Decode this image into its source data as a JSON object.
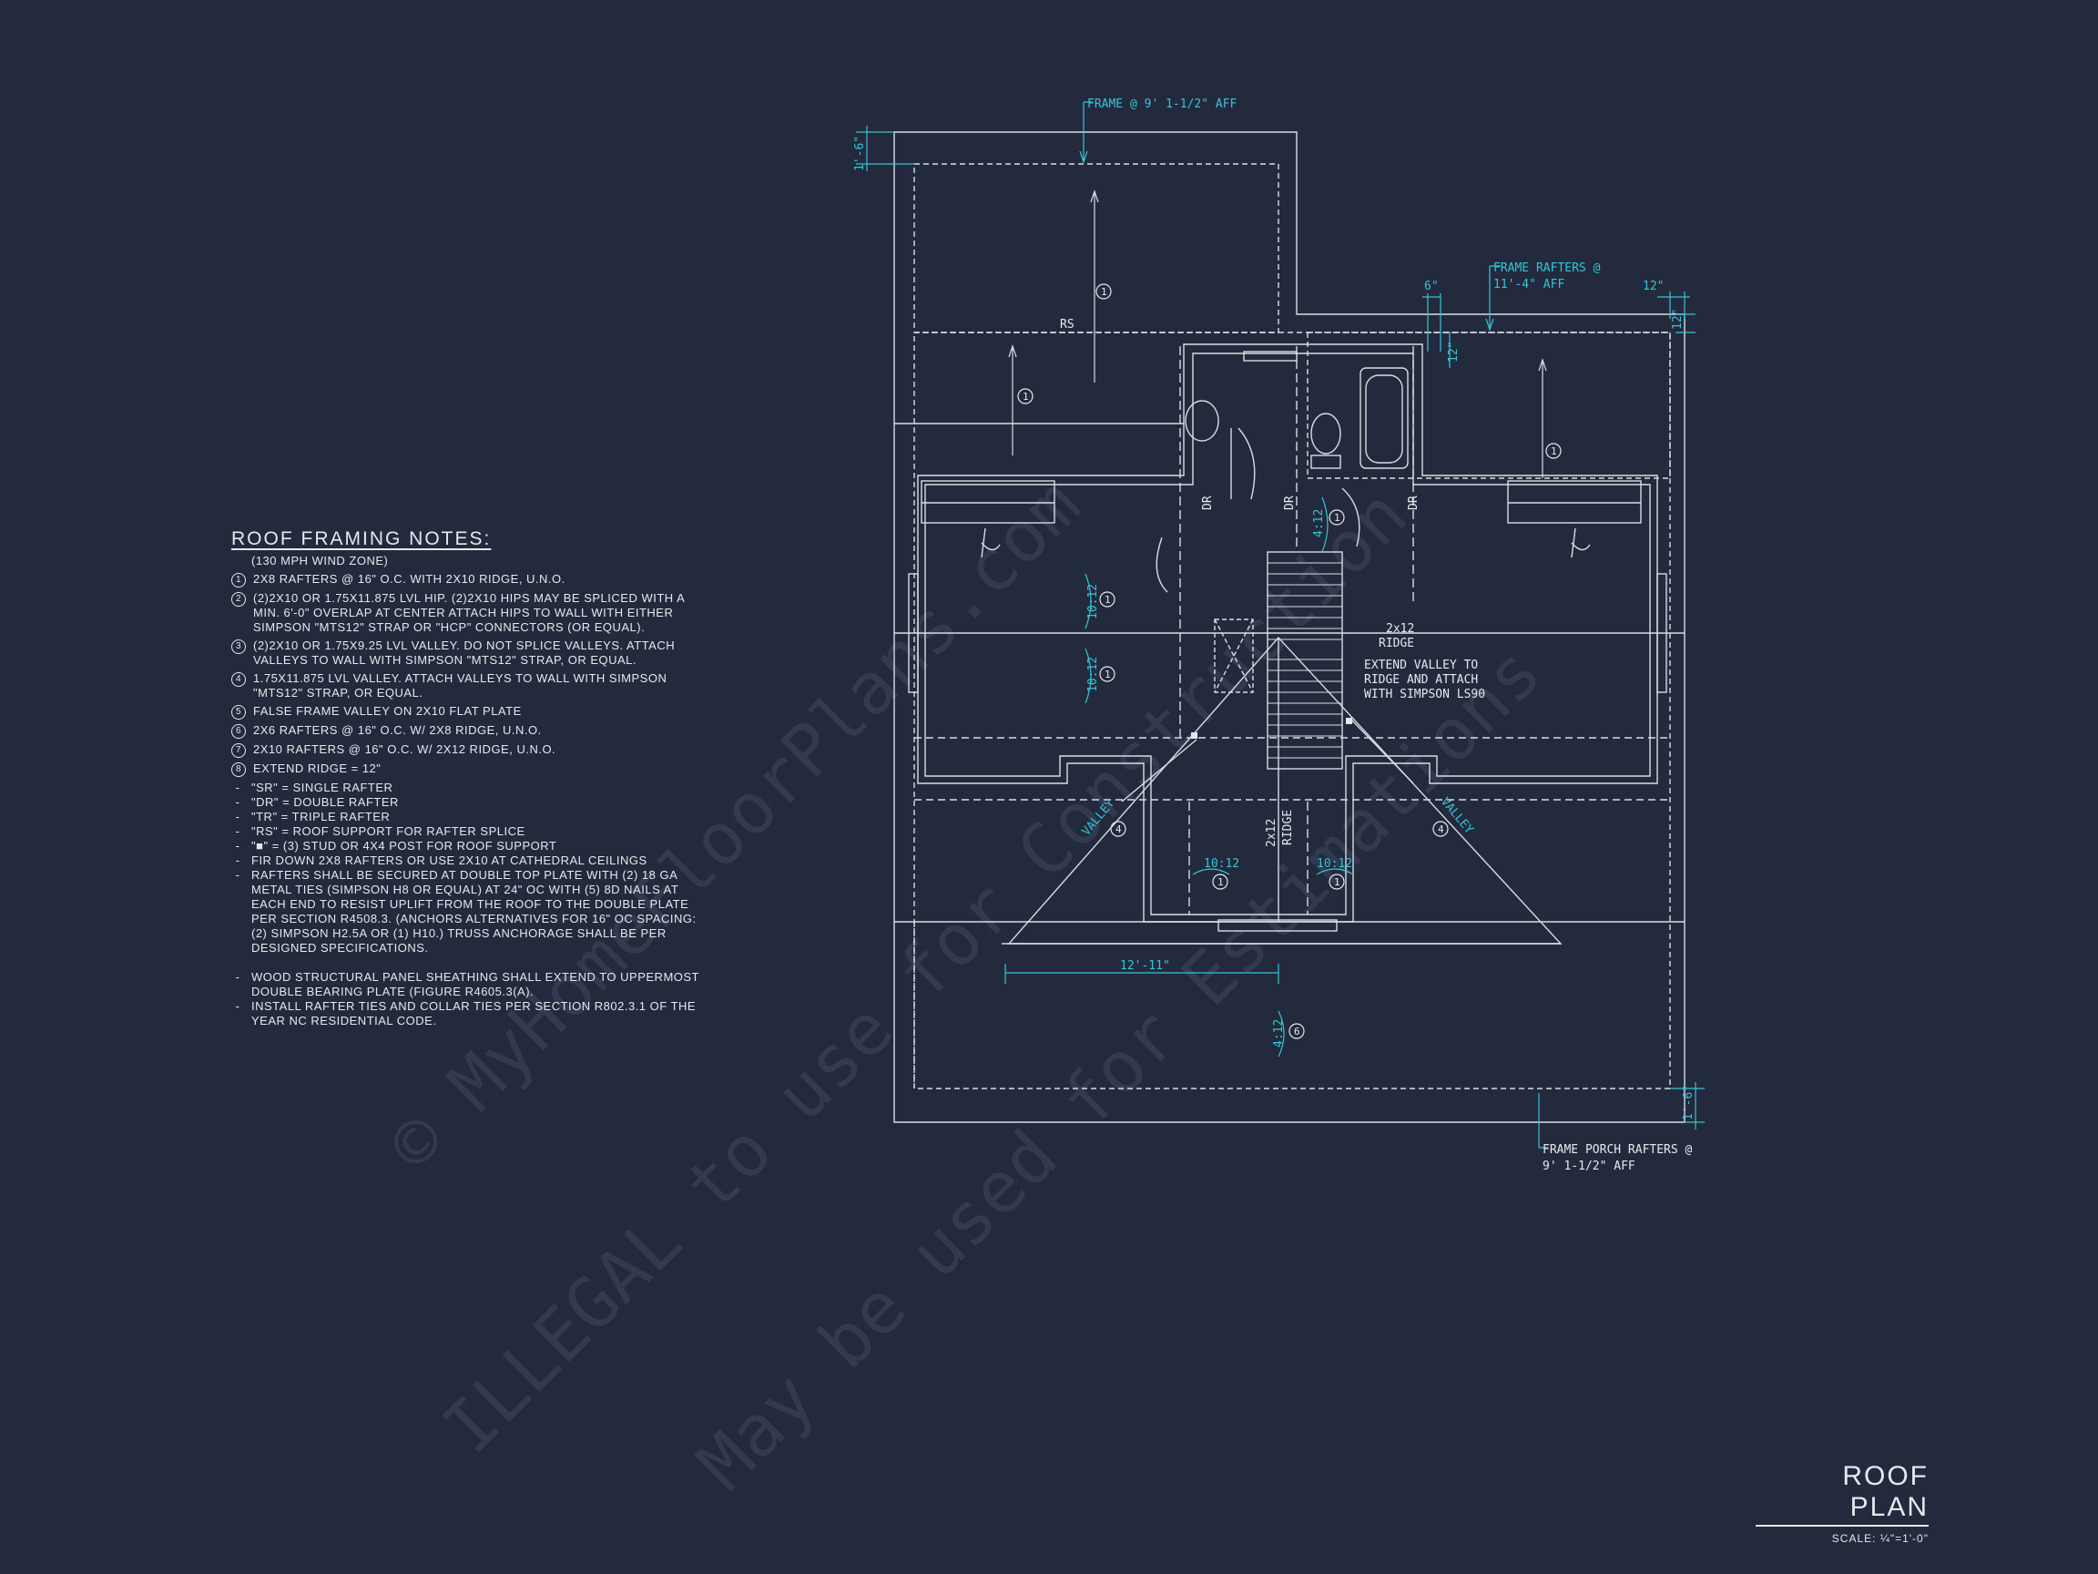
{
  "title": "ROOF PLAN",
  "scale": "SCALE: ¼\"=1'-0\"",
  "watermark": {
    "line1": "© MyHomeFloorPlans.com",
    "line2": "ILLEGAL to use for Construction",
    "line3": "May be used for Estimations"
  },
  "notes": {
    "heading": "ROOF FRAMING NOTES:",
    "sub": "(130 MPH WIND ZONE)",
    "items": [
      {
        "n": "1",
        "text": "2x8 RAFTERS @ 16\" O.C. WITH 2x10 RIDGE, U.N.O."
      },
      {
        "n": "2",
        "text": "(2)2x10 OR 1.75x11.875 LVL HIP. (2)2x10 HIPS MAY BE SPLICED WITH A MIN. 6'-0\" OVERLAP AT CENTER ATTACH HIPS TO WALL WITH EITHER SIMPSON \"MTS12\" STRAP OR \"HCP\" CONNECTORS (OR EQUAL)."
      },
      {
        "n": "3",
        "text": "(2)2x10 OR 1.75x9.25 LVL VALLEY. DO NOT SPLICE VALLEYS. ATTACH VALLEYS TO WALL WITH SIMPSON \"MTS12\" STRAP, OR EQUAL."
      },
      {
        "n": "4",
        "text": "1.75x11.875 LVL VALLEY. ATTACH VALLEYS TO WALL WITH SIMPSON \"MTS12\" STRAP, OR EQUAL."
      },
      {
        "n": "5",
        "text": "FALSE FRAME VALLEY ON 2x10 FLAT PLATE"
      },
      {
        "n": "6",
        "text": "2x6 RAFTERS @ 16\" O.C. W/ 2x8 RIDGE, U.N.O."
      },
      {
        "n": "7",
        "text": "2x10 RAFTERS @ 16\" O.C. W/ 2x12 RIDGE, U.N.O."
      },
      {
        "n": "8",
        "text": "EXTEND RIDGE = 12\""
      }
    ],
    "legend": [
      "\"SR\" = SINGLE RAFTER",
      "\"DR\" = DOUBLE RAFTER",
      "\"TR\" = TRIPLE RAFTER",
      "\"RS\" = ROOF SUPPORT FOR RAFTER SPLICE",
      "\"■\" = (3) STUD OR 4x4 POST FOR ROOF SUPPORT",
      "FIR DOWN 2x8 RAFTERS OR USE 2x10 AT CATHEDRAL CEILINGS",
      "RAFTERS SHALL BE SECURED AT DOUBLE TOP PLATE WITH (2) 18 GA METAL TIES (SIMPSON H8 OR EQUAL) AT 24\" OC WITH (5) 8d NAILS AT EACH END TO RESIST UPLIFT FROM THE ROOF TO THE DOUBLE PLATE PER SECTION R4508.3. (ANCHORS ALTERNATIVES FOR 16\" OC SPACING: (2) SIMPSON H2.5A OR (1) H10.) TRUSS ANCHORAGE SHALL BE PER DESIGNED SPECIFICATIONS."
    ],
    "legend2": [
      "WOOD STRUCTURAL PANEL SHEATHING SHALL EXTEND TO UPPERMOST DOUBLE BEARING PLATE (FIGURE R4605.3(A).",
      "INSTALL RAFTER TIES AND COLLAR TIES PER SECTION R802.3.1 OF THE YEAR NC RESIDENTIAL CODE."
    ]
  },
  "plan": {
    "callouts": {
      "frame_top": "FRAME @ 9' 1-1/2\" AFF",
      "frame_rafters_1": "FRAME RAFTERS @",
      "frame_rafters_2": "11'-4\" AFF",
      "frame_porch_1": "FRAME PORCH RAFTERS @",
      "frame_porch_2": "9' 1-1/2\" AFF",
      "extend_valley_1": "EXTEND VALLEY TO",
      "extend_valley_2": "RIDGE AND ATTACH",
      "extend_valley_3": "WITH SIMPSON LS90"
    },
    "dims": {
      "d_1_6_top": "1'-6\"",
      "d_6": "6\"",
      "d_12_a": "12\"",
      "d_12_b": "12\"",
      "d_12_c": "12\"",
      "d_12_11": "12'-11\"",
      "d_1_6_bot": "1'-6\""
    },
    "labels": {
      "rs": "RS",
      "dr": "DR",
      "ridge_2x12_a": "2x12",
      "ridge_a": "RIDGE",
      "ridge_2x12_b": "2x12",
      "ridge_b": "RIDGE",
      "valley": "VALLEY"
    },
    "pitches": {
      "p_10_12": "10:12",
      "p_4_12": "4:12"
    },
    "tags": {
      "t1": "1",
      "t4": "4",
      "t6": "6"
    }
  },
  "colors": {
    "background": "#232a3d",
    "linework": "#d9dce4",
    "dimension": "#35c4d6",
    "watermark": "#3a4257"
  }
}
